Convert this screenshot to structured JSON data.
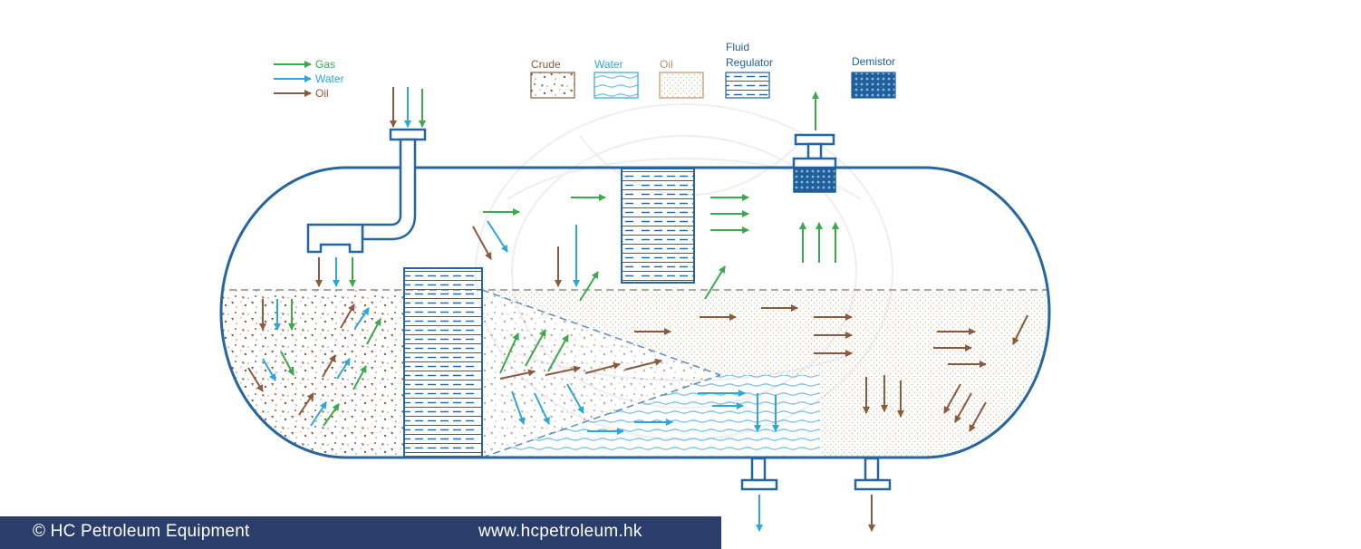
{
  "legend_flow": [
    {
      "label": "Gas",
      "color": "#3aaa4a"
    },
    {
      "label": "Water",
      "color": "#2aa7dc"
    },
    {
      "label": "Oil",
      "color": "#8b5a3c"
    }
  ],
  "legend_fill": [
    {
      "key": "crude",
      "label": "Crude",
      "color": "#8b5a3c"
    },
    {
      "key": "water",
      "label": "Water",
      "color": "#2aa7dc"
    },
    {
      "key": "oil",
      "label": "Oil",
      "color": "#c58f64"
    },
    {
      "key": "fluid-regulator",
      "label_lines": [
        "Fluid",
        "Regulator"
      ],
      "color": "#1f5f9c"
    },
    {
      "key": "demistor",
      "label": "Demistor",
      "color": "#1f5f9c"
    }
  ],
  "colors": {
    "vessel_outline": "#2366a3",
    "gas": "#3aaa4a",
    "water": "#2aa7dc",
    "oil": "#8b5a3c",
    "oil_dots": "#d9b79b",
    "footer_bg": "#2b3e6b"
  },
  "watermark_icon": "hc-globe-logo-icon",
  "footer": {
    "copyright": "© HC Petroleum Equipment",
    "website": "www.hcpetroleum.hk"
  }
}
